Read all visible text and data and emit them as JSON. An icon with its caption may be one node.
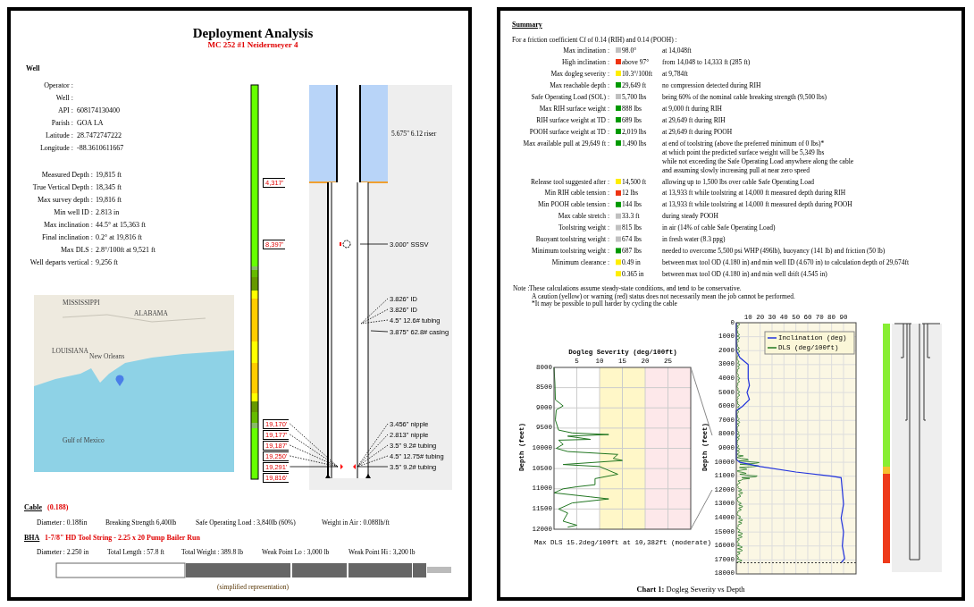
{
  "diagram": {
    "title": "Deployment Analysis",
    "nodes": [
      {
        "text": [
          "4,317'"
        ]
      },
      {
        "text": [
          "8,397'"
        ]
      },
      {
        "text": [
          "19,170'"
        ]
      },
      {
        "text": [
          "19,177'"
        ]
      },
      {
        "text": [
          "19,187'"
        ]
      },
      {
        "text": [
          "19,250'"
        ]
      },
      {
        "text": [
          "19,291'"
        ]
      },
      {
        "text": [
          "19,816'"
        ]
      },
      {
        "text": [
          "3.000\" SSSV"
        ]
      },
      {
        "text": [
          "3.826\" ID"
        ]
      },
      {
        "text": [
          "3.826\" ID"
        ]
      },
      {
        "text": [
          "4.5\" 12.6# tubing"
        ]
      },
      {
        "text": [
          "3.875\" 62.8# casing"
        ]
      },
      {
        "text": [
          "3.456\" nipple"
        ]
      },
      {
        "text": [
          "2.813\" nipple"
        ]
      },
      {
        "text": [
          "3.5\" 9.2# tubing"
        ]
      },
      {
        "text": [
          "4.5\" 12.75# tubing"
        ]
      },
      {
        "text": [
          "3.5\" 9.2# tubing"
        ]
      }
    ],
    "edges": [
      {
        "from": 2,
        "to": null,
        "arrow": "none",
        "style": "dashed"
      },
      {
        "from": 3,
        "to": null,
        "arrow": "none",
        "style": "dashed"
      },
      {
        "from": 4,
        "to": null,
        "arrow": "none",
        "style": "dashed"
      },
      {
        "from": 5,
        "to": null,
        "arrow": "none",
        "style": "dashed"
      },
      {
        "from": 6,
        "to": null,
        "arrow": "none"
      },
      {
        "from": 8,
        "to": null,
        "arrow": "none"
      },
      {
        "from": 9,
        "to": null,
        "arrow": "none",
        "style": "dashed"
      },
      {
        "from": 10,
        "to": null,
        "arrow": "none",
        "style": "dashed"
      },
      {
        "from": 11,
        "to": null,
        "arrow": "none",
        "style": "dashed"
      },
      {
        "from": 12,
        "to": null,
        "arrow": "none"
      },
      {
        "from": 13,
        "to": null,
        "arrow": "none",
        "style": "dashed"
      },
      {
        "from": 14,
        "to": null,
        "arrow": "none",
        "style": "dashed"
      },
      {
        "from": 15,
        "to": null,
        "arrow": "none",
        "style": "dashed"
      },
      {
        "from": 16,
        "to": null,
        "arrow": "none",
        "style": "dashed"
      },
      {
        "from": 17,
        "to": null,
        "arrow": "none"
      }
    ],
    "labels": [
      "MC 252 #1 Neidermeyer 4",
      "Well",
      "Operator :",
      "Well :",
      "API :",
      "608174130400",
      "Parish :",
      "GOA LA",
      "Latitude :",
      "28.7472747222",
      "Longitude :",
      "-88.3610611667",
      "Measured Depth :",
      "19,815 ft",
      "True Vertical Depth :",
      "18,345 ft",
      "Max survey depth :",
      "19,816 ft",
      "Min well ID :",
      "2.813 in",
      "Max inclination :",
      "44.5° at 15,363 ft",
      "Final inclination :",
      "0.2° at 19,816 ft",
      "Max DLS :",
      "2.8°/100ft at 9,521 ft",
      "Well departs vertical :",
      "9,256 ft",
      "MISSISSIPPI",
      "ALABAMA",
      "LOUISIANA",
      "New Orleans",
      "Gulf of Mexico",
      "5.675\" 6.12 riser",
      "Cable",
      "(0.188)",
      "Diameter : 0.188in",
      "Breaking Strength 6,400lb",
      "Safe Operating Load : 3,840lb (60%)",
      "Weight in Air : 0.088lb/ft",
      "BHA",
      "1-7/8\" HD Tool String - 2.25 x 20 Pump Bailer Run",
      "Diameter : 2.250 in",
      "Total Length : 57.8 ft",
      "Total Weight : 389.8 lb",
      "Weak Point Lo : 3,000 lb",
      "Weak Point Hi : 3,200 lb",
      "(simplified representation)",
      "Summary",
      "For a friction coefficient Cf of 0.14 (RIH) and 0.14 (POOH) :",
      "Max inclination :",
      "98.0°",
      "at 14,048ft",
      "High inclination :",
      "above 97°",
      "from 14,048 to 14,333 ft (285 ft)",
      "Max dogleg severity :",
      "10.3°/100ft",
      "at 9,784ft",
      "Max reachable depth :",
      "29,649 ft",
      "no compression detected during RIH",
      "Safe Operating Load (SOL) :",
      "5,700 lbs",
      "being 60% of the nominal cable breaking strength (9,500 lbs)",
      "Max RIH surface weight :",
      "888 lbs",
      "at 9,000 ft during RIH",
      "RIH surface weight at TD :",
      "689 lbs",
      "at 29,649 ft during RIH",
      "POOH surface weight at TD :",
      "2,019 lbs",
      "at 29,649 ft during POOH",
      "Max available pull at 29,649 ft :",
      "1,490 lbs",
      "at end of toolstring (above the preferred minimum of 0 lbs)*",
      "at which point the predicted surface weight will be 5,349 lbs",
      "while not exceeding the Safe Operating Load anywhere along the cable",
      "and assuming slowly increasing pull at near zero speed",
      "Release tool suggested after :",
      "14,500 ft",
      "allowing up to 1,500 lbs over cable Safe Operating Load",
      "Min RIH cable tension :",
      "12 lbs",
      "at 13,933 ft while toolstring at 14,000 ft measured depth during RIH",
      "Min POOH cable tension :",
      "144 lbs",
      "at 13,933 ft while toolstring at 14,000 ft measured depth during POOH",
      "Max cable stretch :",
      "33.3 ft",
      "during steady POOH",
      "Toolstring weight :",
      "815 lbs",
      "in air (14% of cable Safe Operating Load)",
      "Buoyant toolstring weight :",
      "674 lbs",
      "in fresh water (8.3 ppg)",
      "Minimum toolstring weight :",
      "687 lbs",
      "needed to overcome 5,500 psi WHP (496lb), buoyancy (141 lb) and friction (50 lb)",
      "Minimum clearance :",
      "0.49 in",
      "between max tool OD (4.180 in) and min well ID (4.670 in) to calculation depth of 29,674ft",
      "0.365 in",
      "between max tool OD (4.180 in) and min well drift (4.545 in)",
      "Note :",
      "These calculations assume steady-state conditions, and tend to be conservative.",
      "A caution (yellow) or warning (red) status does not necessarily mean the job cannot be performed.",
      "*It may be possible to pull harder by cycling the cable",
      "Dogleg Severity (deg/100ft)",
      "5",
      "10",
      "15",
      "20",
      "25",
      "8000",
      "8500",
      "9000",
      "9500",
      "10000",
      "10500",
      "11000",
      "11500",
      "12000",
      "Depth (feet)",
      "Max DLS 15.2deg/100ft at 10,382ft (moderate)",
      "10",
      "20",
      "30",
      "40",
      "50",
      "60",
      "70",
      "80",
      "90",
      "0",
      "1000",
      "2000",
      "3000",
      "4000",
      "5000",
      "6000",
      "7000",
      "8000",
      "9000",
      "10000",
      "11000",
      "12000",
      "13000",
      "14000",
      "15000",
      "16000",
      "17000",
      "18000",
      "Depth (feet)",
      "**Chart 1:** Dogleg Severity vs Depth"
    ],
    "legend": [
      {
        "text": "Inclination (deg)"
      },
      {
        "text": "DLS (deg/100ft)"
      }
    ]
  }
}
